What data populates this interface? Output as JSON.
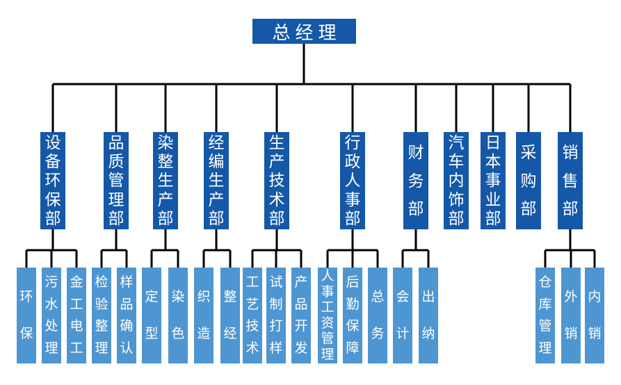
{
  "org_chart": {
    "title": "org-structure-chart",
    "root": {
      "label": "总经理"
    },
    "departments": [
      {
        "label": "设备环保部",
        "children": [
          "环保",
          "污水处理",
          "金工电工"
        ]
      },
      {
        "label": "品质管理部",
        "children": [
          "检验整理",
          "样品确认"
        ]
      },
      {
        "label": "染整生产部",
        "children": [
          "定型",
          "染色"
        ]
      },
      {
        "label": "经编生产部",
        "children": [
          "织造",
          "整经"
        ]
      },
      {
        "label": "生产技术部",
        "children": [
          "工艺技术",
          "试制打样",
          "产品开发"
        ]
      },
      {
        "label": "行政人事部",
        "children": [
          "人事工资管理",
          "后勤保障",
          "总务"
        ]
      },
      {
        "label": "财务部",
        "children": [
          "会计",
          "出纳"
        ]
      },
      {
        "label": "汽车内饰部",
        "children": []
      },
      {
        "label": "日本事业部",
        "children": []
      },
      {
        "label": "采购部",
        "children": []
      },
      {
        "label": "销售部",
        "children": [
          "仓库管理",
          "外销",
          "内销"
        ]
      }
    ],
    "colors": {
      "node_primary": "#1458A7",
      "node_secondary": "#4E96D1",
      "line": "#000000",
      "background": "#FFFFFF",
      "text": "#FFFFFF"
    }
  }
}
